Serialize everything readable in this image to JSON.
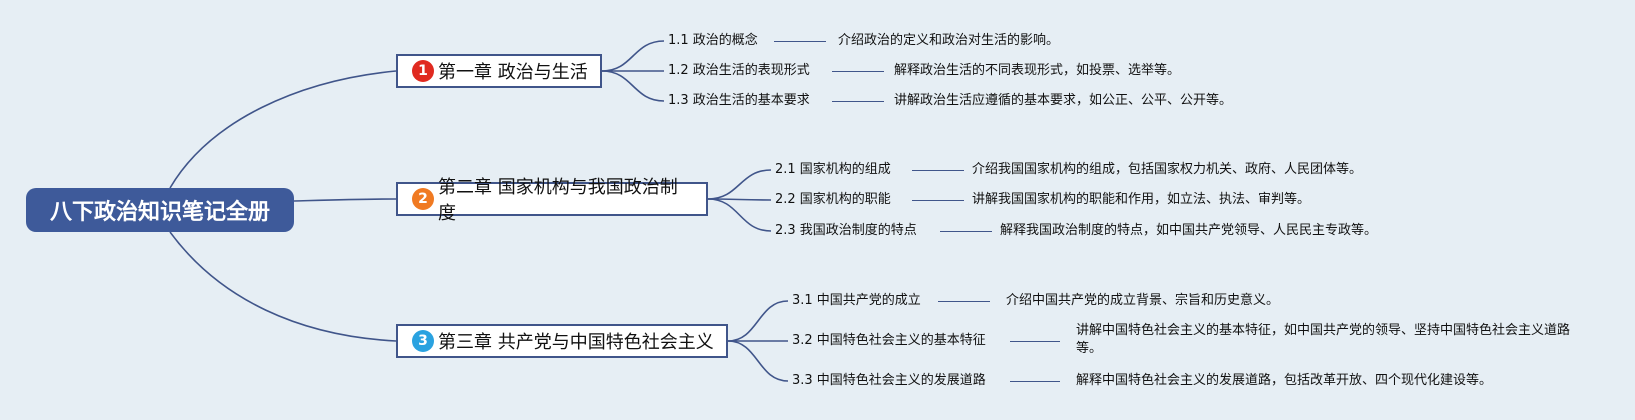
{
  "root": {
    "title": "八下政治知识笔记全册"
  },
  "colors": {
    "link": "#40558a",
    "root_bg": "#3e5a9a",
    "background": "#e6eef4"
  },
  "chapters": [
    {
      "number": "1",
      "number_color": "#e02a20",
      "title": "第一章 政治与生活",
      "items": [
        {
          "label": "1.1 政治的概念",
          "desc": "介绍政治的定义和政治对生活的影响。"
        },
        {
          "label": "1.2 政治生活的表现形式",
          "desc": "解释政治生活的不同表现形式，如投票、选举等。"
        },
        {
          "label": "1.3 政治生活的基本要求",
          "desc": "讲解政治生活应遵循的基本要求，如公正、公平、公开等。"
        }
      ]
    },
    {
      "number": "2",
      "number_color": "#f07a22",
      "title": "第二章 国家机构与我国政治制度",
      "items": [
        {
          "label": "2.1 国家机构的组成",
          "desc": "介绍我国国家机构的组成，包括国家权力机关、政府、人民团体等。"
        },
        {
          "label": "2.2 国家机构的职能",
          "desc": "讲解我国国家机构的职能和作用，如立法、执法、审判等。"
        },
        {
          "label": "2.3 我国政治制度的特点",
          "desc": "解释我国政治制度的特点，如中国共产党领导、人民民主专政等。"
        }
      ]
    },
    {
      "number": "3",
      "number_color": "#2aa2e0",
      "title": "第三章 共产党与中国特色社会主义",
      "items": [
        {
          "label": "3.1 中国共产党的成立",
          "desc": "介绍中国共产党的成立背景、宗旨和历史意义。"
        },
        {
          "label": "3.2 中国特色社会主义的基本特征",
          "desc": "讲解中国特色社会主义的基本特征，如中国共产党的领导、坚持中国特色社会主义道路等。"
        },
        {
          "label": "3.3 中国特色社会主义的发展道路",
          "desc": "解释中国特色社会主义的发展道路，包括改革开放、四个现代化建设等。"
        }
      ]
    }
  ]
}
